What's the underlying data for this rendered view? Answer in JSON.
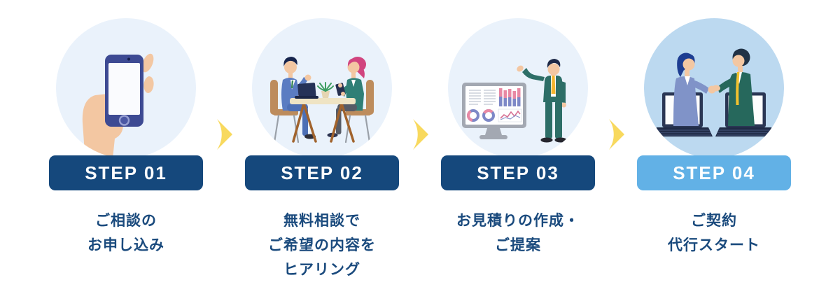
{
  "colors": {
    "badge_navy": "#15487c",
    "badge_light_blue": "#62b1e6",
    "description_text_navy": "#1a4a7d",
    "arrow_yellow": "#f8d95e",
    "circle_bg_light": "#eaf2fb",
    "circle_bg_highlight": "#bcd9f0"
  },
  "steps": [
    {
      "label": "STEP 01",
      "description_lines": [
        "ご相談の",
        "お申し込み"
      ],
      "illustration": "hand-holding-smartphone",
      "highlighted": false
    },
    {
      "label": "STEP 02",
      "description_lines": [
        "無料相談で",
        "ご希望の内容を",
        "ヒアリング"
      ],
      "illustration": "consultation-meeting",
      "highlighted": false
    },
    {
      "label": "STEP 03",
      "description_lines": [
        "お見積りの作成・",
        "ご提案"
      ],
      "illustration": "estimate-presentation",
      "highlighted": false
    },
    {
      "label": "STEP 04",
      "description_lines": [
        "ご契約",
        "代行スタート"
      ],
      "illustration": "online-contract-handshake",
      "highlighted": true
    }
  ]
}
